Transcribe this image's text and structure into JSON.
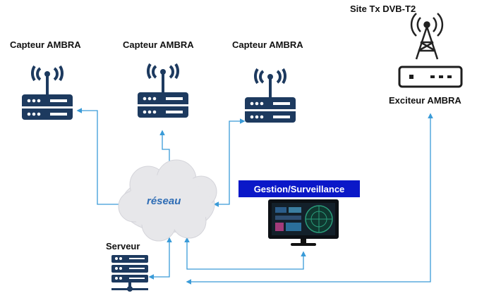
{
  "labels": {
    "sensor1": "Capteur AMBRA",
    "sensor2": "Capteur AMBRA",
    "sensor3": "Capteur AMBRA",
    "site": "Site Tx DVB-T2",
    "exciter": "Exciteur AMBRA",
    "network": "réseau",
    "management": "Gestion/Surveillance",
    "server": "Serveur"
  },
  "colors": {
    "device": "#1d3a5f",
    "link": "#3a9bd8",
    "cloud": "#e7e7ea",
    "management_bar": "#0b18c8",
    "tower": "#222222"
  }
}
